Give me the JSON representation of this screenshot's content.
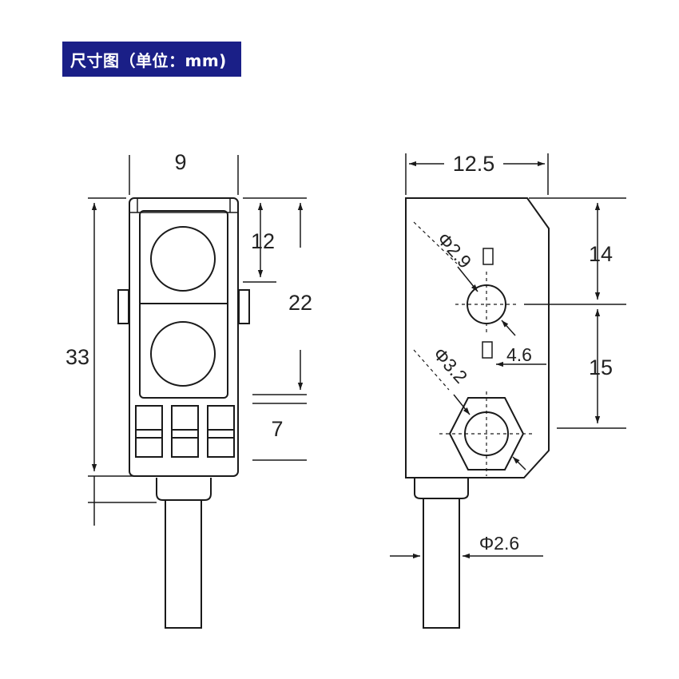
{
  "title": "尺寸图（单位：mm)",
  "colors": {
    "title_bg": "#1a1f87",
    "title_text": "#ffffff",
    "line": "#1a1a1a"
  },
  "front_view": {
    "width": "9",
    "upper_height": "12",
    "window_height": "22",
    "total_height": "33",
    "connector_height": "7"
  },
  "side_view": {
    "width": "12.5",
    "upper_height": "14",
    "lower_height": "15",
    "upper_hole_dia": "Φ2.9",
    "lower_hole_dia": "Φ3.2",
    "hole_offset": "4.6",
    "cable_dia": "Φ2.6"
  }
}
